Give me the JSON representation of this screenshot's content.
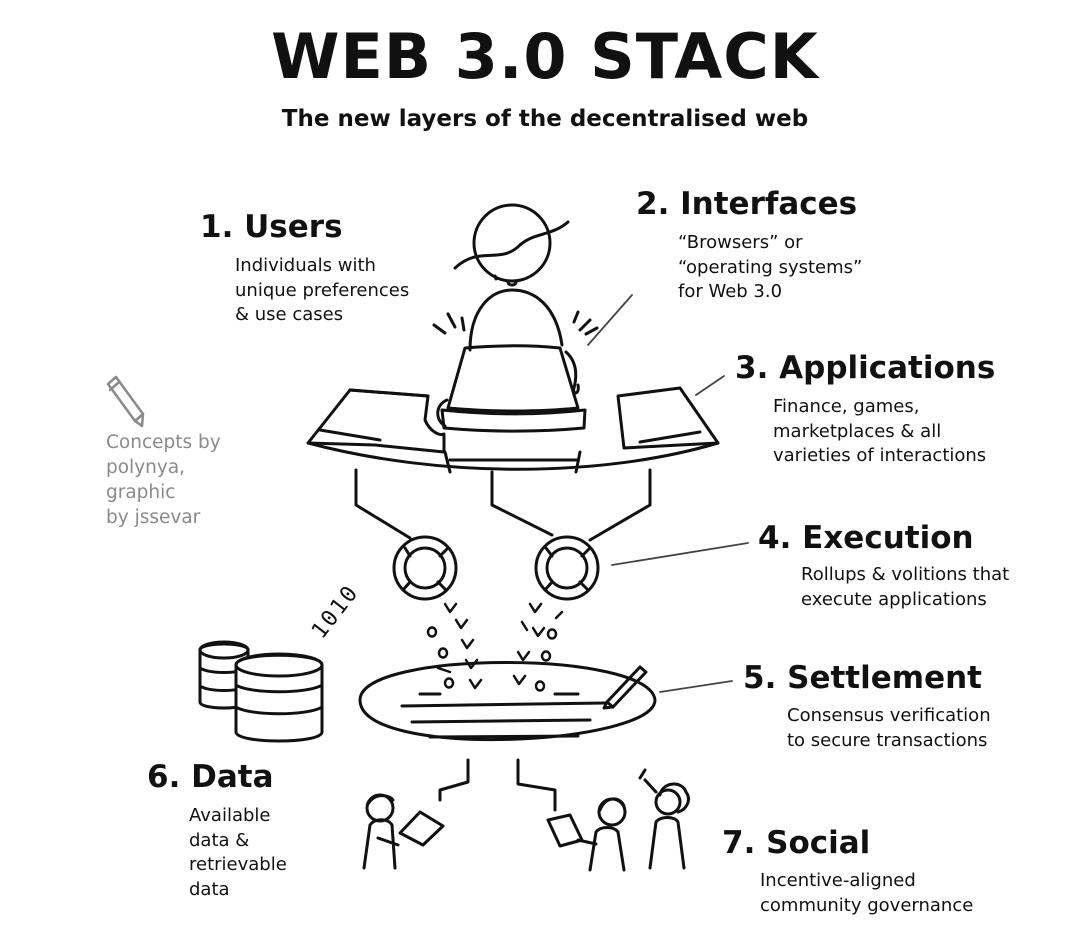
{
  "title": "WEB 3.0 STACK",
  "subtitle": "The new layers of the decentralised web",
  "credit": [
    "Concepts by",
    "polynya,",
    "graphic",
    "by jssevar"
  ],
  "layers": [
    {
      "title": "1. Users",
      "desc": [
        "Individuals with",
        "unique preferences",
        "& use cases"
      ]
    },
    {
      "title": "2. Interfaces",
      "desc": [
        "“Browsers” or",
        "“operating systems”",
        "for Web 3.0"
      ]
    },
    {
      "title": "3. Applications",
      "desc": [
        "Finance, games,",
        "marketplaces & all",
        "varieties of interactions"
      ]
    },
    {
      "title": "4. Execution",
      "desc": [
        "Rollups & volitions that",
        "execute applications"
      ]
    },
    {
      "title": "5. Settlement",
      "desc": [
        "Consensus verification",
        "to secure transactions"
      ]
    },
    {
      "title": "6. Data",
      "desc": [
        "Available",
        "data &",
        "retrievable",
        "data"
      ]
    },
    {
      "title": "7. Social",
      "desc": [
        "Incentive-aligned",
        "community governance"
      ]
    }
  ],
  "binary_text": "1010",
  "icons": [
    "pencil-icon",
    "user-figure",
    "laptop-interface",
    "application-dashboard",
    "execution-rollup-icon",
    "settlement-ledger",
    "database-icon",
    "community-people"
  ]
}
